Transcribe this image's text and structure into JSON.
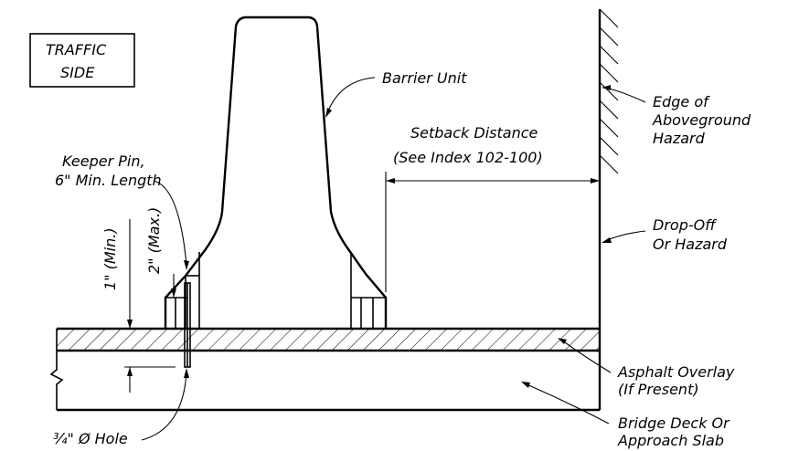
{
  "labels": {
    "traffic_side_1": "TRAFFIC",
    "traffic_side_2": "SIDE",
    "barrier_unit": "Barrier Unit",
    "edge_1": "Edge of",
    "edge_2": "Aboveground",
    "edge_3": "Hazard",
    "setback_1": "Setback Distance",
    "setback_2": "(See Index 102-100)",
    "keeper_1": "Keeper Pin,",
    "keeper_2": "6\" Min. Length",
    "dropoff_1": "Drop-Off",
    "dropoff_2": "Or Hazard",
    "min_dim": "1\" (Min.)",
    "max_dim": "2\" (Max.)",
    "asphalt_1": "Asphalt Overlay",
    "asphalt_2": "(If Present)",
    "deck_1": "Bridge Deck Or",
    "deck_2": "Approach Slab",
    "hole": "¾\" Ø Hole"
  }
}
